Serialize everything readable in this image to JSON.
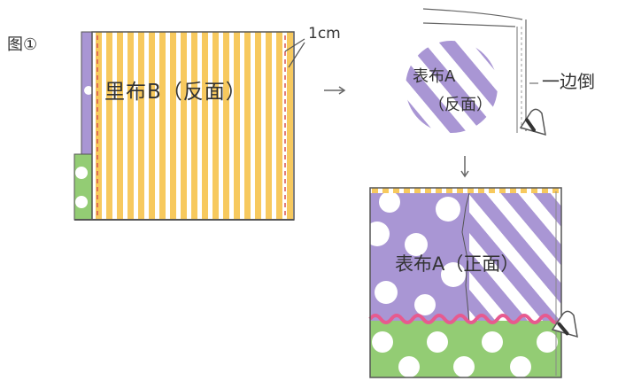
{
  "figure_label": "图①",
  "lining_label": "里布B（反面）",
  "seam_allowance_label": "1cm",
  "outer_back_label_line1": "表布A",
  "outer_back_label_line2": "（反面）",
  "fold_label": "一边倒",
  "outer_front_label": "表布A（正面）",
  "colors": {
    "stripe_yellow": "#f7c95e",
    "purple": "#a996d4",
    "green": "#93cc74",
    "pink_trim": "#e75a8f",
    "outline": "#555555",
    "stitch": "#d9534f"
  }
}
